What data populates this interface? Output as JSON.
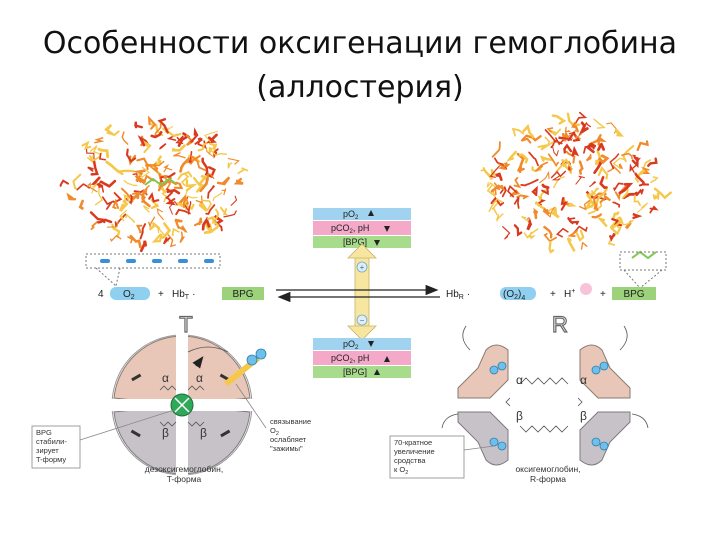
{
  "slide": {
    "title_line1": "Особенности оксигенации гемоглобина",
    "title_line2": "(аллостерия)"
  },
  "equation": {
    "left_coef": "4",
    "left_o2": "O",
    "left_o2_sub": "2",
    "plus1": "+",
    "hb_t": "Hb",
    "hb_t_sub": "T",
    "dot1": "·",
    "bpg_left": "BPG",
    "hb_r": "Hb",
    "hb_r_sub": "R",
    "dot2": "·",
    "o2_group": "(O",
    "o2_group_sub": "2",
    "o2_group_close": ")",
    "o2_group_count": "4",
    "plus2": "+",
    "h_plus": "H",
    "h_plus_sup": "+",
    "plus3": "+",
    "bpg_right": "BPG"
  },
  "states": {
    "t_label": "T",
    "r_label": "R"
  },
  "top_box": {
    "po2": "pO",
    "po2_sub": "2",
    "pco2_ph": "pCO",
    "pco2_sub": "2",
    "ph_text": ", pH",
    "bpg": "[BPG]"
  },
  "bottom_box": {
    "po2": "pO",
    "po2_sub": "2",
    "pco2_ph": "pCO",
    "pco2_sub": "2",
    "ph_text": ", pH",
    "bpg": "[BPG]"
  },
  "subunits": {
    "alpha": "α",
    "beta": "β"
  },
  "annotations": {
    "bpg_note_1": "BPG",
    "bpg_note_2": "стабили-",
    "bpg_note_3": "зирует",
    "bpg_note_4": "T-форму",
    "binding_1": "связывание",
    "binding_2": "O",
    "binding_2_sub": "2",
    "binding_3": "ослабляет",
    "binding_4": "\"зажимы\"",
    "affinity_1": "70-кратное",
    "affinity_2": "увеличение",
    "affinity_3": "сродства",
    "affinity_4": "к O",
    "affinity_4_sub": "2",
    "deoxy_1": "дезоксигемоглобин,",
    "deoxy_2": "T-форма",
    "oxy_1": "оксигемоглобин,",
    "oxy_2": "R-форма"
  },
  "colors": {
    "protein_orange": "#f08a2a",
    "protein_red": "#d93a1f",
    "protein_yellow": "#f5c84a",
    "box_blue": "#9fd3ef",
    "box_pink": "#f4a9c8",
    "box_green": "#a6dc8c",
    "o2_blue": "#8fd0f0",
    "bpg_green": "#9bd27a",
    "subunit_alpha": "#e8c6b8",
    "subunit_beta": "#c6c2c8",
    "arrow_yellow": "#f6e6a0"
  }
}
